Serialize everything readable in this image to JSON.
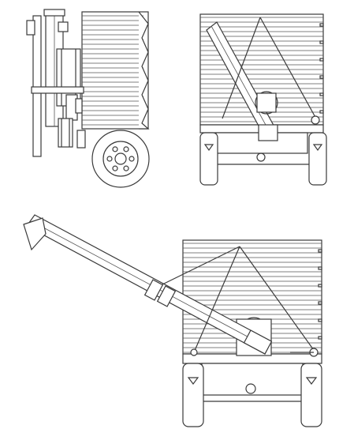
{
  "figure": {
    "views": [
      {
        "id": "side-view",
        "kind": "side elevation with auger stowed"
      },
      {
        "id": "rear-view-stowed",
        "kind": "rear elevation with auger stowed"
      },
      {
        "id": "rear-view-deployed",
        "kind": "rear elevation with auger deployed"
      }
    ],
    "colors": {
      "line": "#3a3a3a",
      "background": "#ffffff"
    }
  }
}
